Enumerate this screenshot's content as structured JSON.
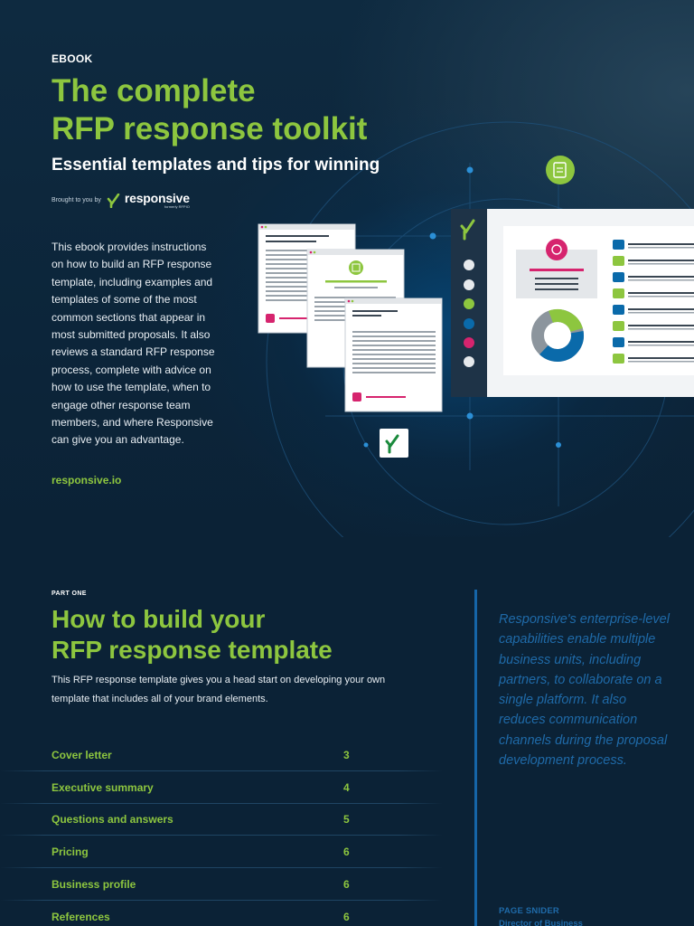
{
  "hero": {
    "eyebrow": "EBOOK",
    "title_line1": "The complete",
    "title_line2": "RFP response toolkit",
    "subtitle": "Essential templates and tips for winning",
    "brought_by": "Brought to you by",
    "brand_name": "responsive",
    "brand_sub": "formerly RFPIO",
    "intro": "This ebook provides instructions on how to build an RFP response template, including examples and templates of some of the most common sections that appear in most submitted proposals. It also reviews a standard RFP response process, complete with advice on how to use the template, when to engage other response team members, and where Responsive can give you an advantage.",
    "link": "responsive.io",
    "illustration_icons": [
      "document-icon",
      "brain-icon",
      "question-icon",
      "check-icon",
      "donut-chart-icon",
      "responsive-logo-icon"
    ]
  },
  "part_one": {
    "label": "PART ONE",
    "heading_line1": "How to build your",
    "heading_line2": "RFP response template",
    "lead": "This RFP response template gives you a head start on developing your own template that includes all of your brand elements.",
    "toc": [
      {
        "label": "Cover letter",
        "page": "3"
      },
      {
        "label": "Executive summary",
        "page": "4"
      },
      {
        "label": "Questions and answers",
        "page": "5"
      },
      {
        "label": "Pricing",
        "page": "6"
      },
      {
        "label": "Business profile",
        "page": "6"
      },
      {
        "label": "References",
        "page": "6"
      }
    ]
  },
  "sidebar_quote": {
    "text": "Responsive's enterprise-level capabilities enable multiple business units, including partners, to collaborate on a single platform. It also reduces communication channels during the proposal development process.",
    "name": "PAGE SNIDER",
    "role": "Director of Business"
  },
  "colors": {
    "background": "#0b2236",
    "accent_green": "#8dc63f",
    "quote_blue": "#1f6aa8",
    "magenta": "#d6246e",
    "blue": "#0a6aaa"
  }
}
